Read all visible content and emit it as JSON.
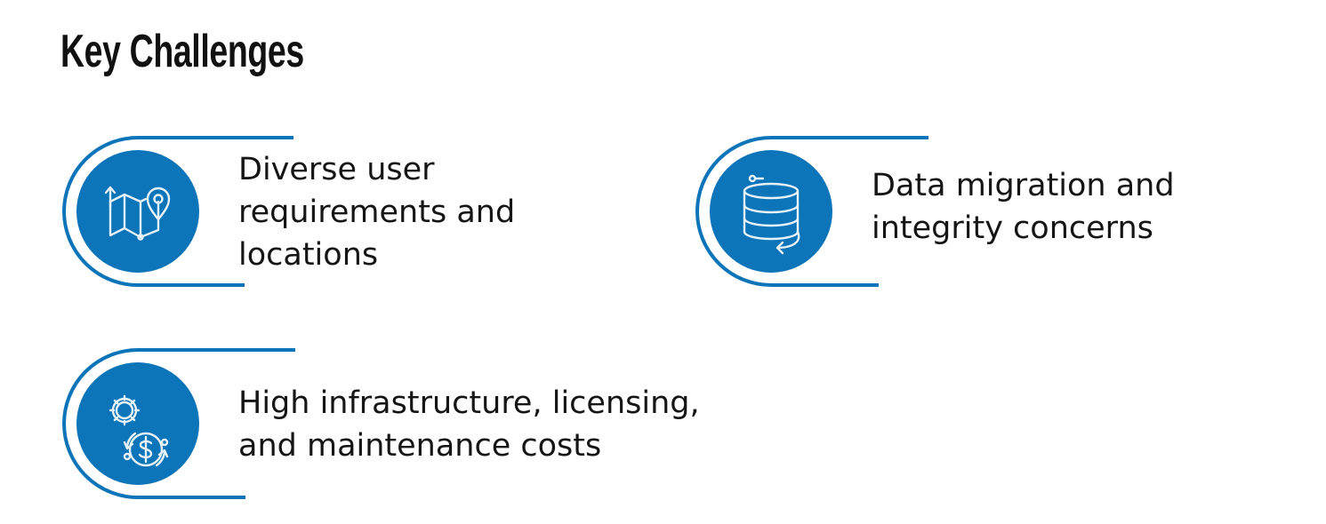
{
  "title": "Key Challenges",
  "accent_color": "#0c74b8",
  "challenges": [
    {
      "icon": "map-location-icon",
      "lines": [
        "Diverse user",
        "requirements and",
        "locations"
      ]
    },
    {
      "icon": "database-sync-icon",
      "lines": [
        "Data migration and",
        "integrity concerns"
      ]
    },
    {
      "icon": "cost-cycle-icon",
      "lines": [
        "High infrastructure, licensing,",
        "and maintenance costs"
      ]
    }
  ]
}
